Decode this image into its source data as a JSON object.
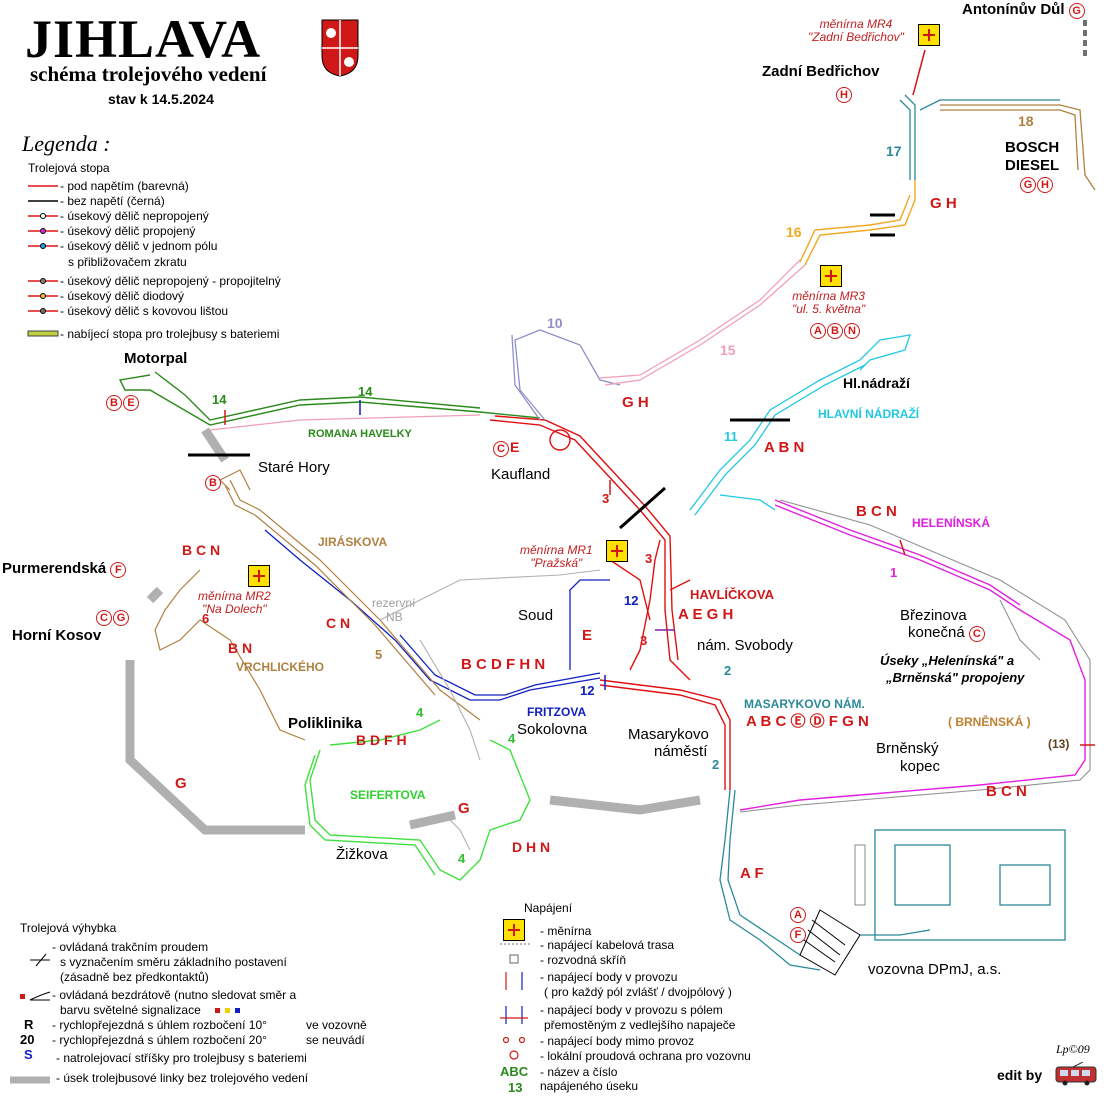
{
  "header": {
    "title": "JIHLAVA",
    "subtitle": "schéma trolejového vedení",
    "date": "stav k 14.5.2024"
  },
  "legend": {
    "title": "Legenda :",
    "section": "Trolejová stopa",
    "items": [
      "- pod napětím (barevná)",
      "- bez napětí (černá)",
      "- úsekový dělič nepropojený",
      "- úsekový dělič propojený",
      "- úsekový dělič v jednom pólu",
      "s přibližovačem zkratu",
      "- úsekový dělič nepropojený - propojitelný",
      "- úsekový dělič diodový",
      "- úsekový dělič s kovovou lištou",
      "- nabíjecí stopa pro trolejbusy s bateriemi"
    ]
  },
  "switch_legend": {
    "title": "Trolejová výhybka",
    "items": [
      "- ovládaná trakčním proudem",
      "s vyznačením směru základního postavení",
      "(zásadně bez předkontaktů)",
      "- ovládaná bezdrátově (nutno sledovat směr a",
      "barvu světelné signalizace",
      "- rychlopřejezdná s úhlem rozbočení 10°",
      "- rychlopřejezdná s úhlem rozbočení 20°",
      "ve vozovně",
      "se neuvádí",
      "- natrolejovací stříšky pro trolejbusy s bateriemi",
      "- úsek trolejbusové linky bez trolejového vedení"
    ],
    "symbols": [
      "R",
      "20",
      "S"
    ]
  },
  "power_legend": {
    "title": "Napájení",
    "items": [
      "- měnírna",
      "- napájecí kabelová trasa",
      "- rozvodná skříň",
      "- napájecí body v provozu",
      "( pro každý pól zvlášť / dvojpólový )",
      "- napájecí body v provozu s pólem",
      "přemostěným z vedlejšího napaječe",
      "- napájecí body mimo provoz",
      "- lokální proudová ochrana pro vozovnu",
      "- název a číslo",
      "napájeného úseku"
    ],
    "sample_abc": "ABC",
    "sample_num": "13"
  },
  "substations": [
    {
      "name": "měnírna MR4",
      "place": "\"Zadní Bedřichov\""
    },
    {
      "name": "měnírna MR3",
      "place": "\"ul. 5. května\""
    },
    {
      "name": "měnírna MR1",
      "place": "\"Pražská\""
    },
    {
      "name": "měnírna MR2",
      "place": "\"Na Dolech\""
    }
  ],
  "places": {
    "antoninuv_dul": "Antonínův Důl",
    "zadni_bedrichov": "Zadní Bedřichov",
    "bosch": "BOSCH",
    "diesel": "DIESEL",
    "motorpal": "Motorpal",
    "romana_havelky": "ROMANA HAVELKY",
    "stare_hory": "Staré Hory",
    "kaufland": "Kaufland",
    "hl_nadrazi": "Hl.nádraží",
    "hlavni_nadrazi": "HLAVNÍ NÁDRAŽÍ",
    "heleninska": "HELENÍNSKÁ",
    "jiraskova": "JIRÁSKOVA",
    "purmerendska": "Purmerendská",
    "horni_kosov": "Horní Kosov",
    "vrchlickeho": "VRCHLICKÉHO",
    "rezervni": "rezervní",
    "nb": "NB",
    "soud": "Soud",
    "havlickova": "HAVLÍČKOVA",
    "nam_svobody": "nám. Svobody",
    "brezinova": "Březinova",
    "konecna": "konečná",
    "propojeny_1": "Úseky „Helenínská\" a",
    "propojeny_2": "„Brněnská\" propojeny",
    "brnenska": "( BRNĚNSKÁ )",
    "poliklinika": "Poliklinika",
    "fritzova": "FRITZOVA",
    "sokolovna": "Sokolovna",
    "masarykovo_nam": "MASARYKOVO NÁM.",
    "masarykovo": "Masarykovo",
    "namesti": "náměstí",
    "brnensky": "Brněnský",
    "kopec": "kopec",
    "seifertova": "SEIFERTOVA",
    "zizkova": "Žižkova",
    "vozovna": "vozovna DPmJ, a.s."
  },
  "sections": {
    "s10": "10",
    "s15": "15",
    "s16": "16",
    "s17": "17",
    "s18": "18",
    "s14a": "14",
    "s14b": "14",
    "s11": "11",
    "s12a": "12",
    "s12b": "12",
    "s1": "1",
    "s2a": "2",
    "s2b": "2",
    "s3a": "3",
    "s3b": "3",
    "s3c": "3",
    "s4a": "4",
    "s4b": "4",
    "s4c": "4",
    "s5": "5",
    "s6": "6",
    "s13": "(13)"
  },
  "letters": {
    "gh1": "G H",
    "gh2": "G H",
    "abn": "A B N",
    "bcn1": "B C N",
    "bcn2": "B C N",
    "bcnx": "B C N",
    "cn": "C N",
    "bn": "B N",
    "bcdfhn": "B C D F H N",
    "aegh": "A E G H",
    "e": "E",
    "abcdfgn": "A B C Ⓔ Ⓓ F G N",
    "bdfh": "B D F H",
    "dhn": "D H N",
    "af": "A F",
    "g1": "G",
    "g2": "G"
  },
  "footer": {
    "signature": "Lp©09",
    "edit": "edit by"
  },
  "colors": {
    "red": "#e01010",
    "green": "#2a8a1a",
    "blue": "#1020c0",
    "cyan": "#20c8e0",
    "magenta": "#e020e0",
    "orange": "#f0a820",
    "pink": "#f0a0b8",
    "brown": "#a07040",
    "lavender": "#9090c8",
    "teal": "#2a8a9a",
    "gray": "#b0b0b0",
    "lime": "#40e040"
  }
}
